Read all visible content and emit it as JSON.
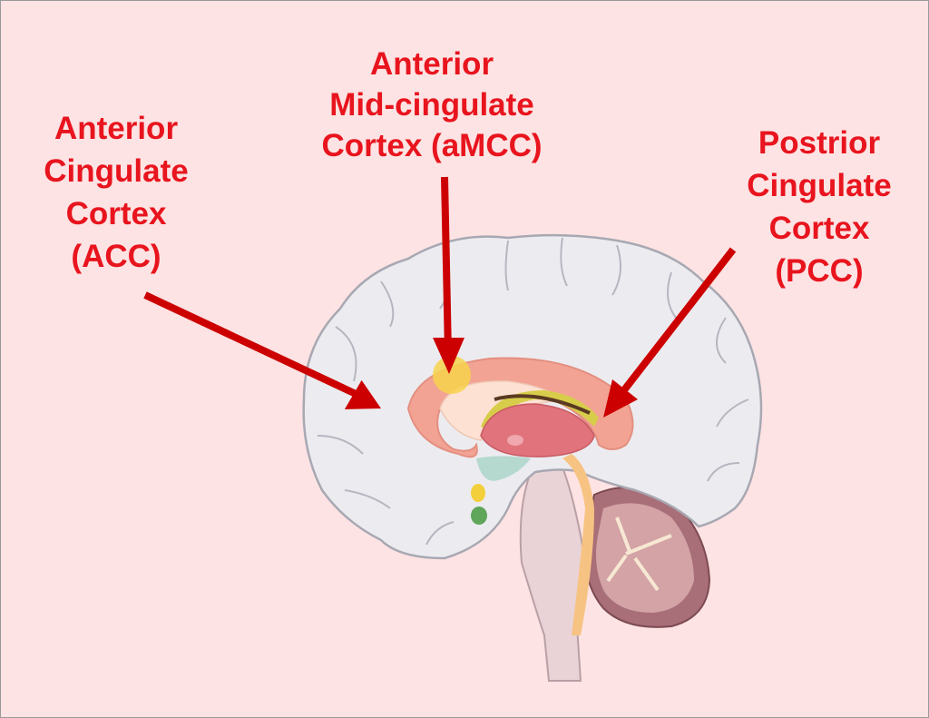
{
  "labels": {
    "acc": [
      "Anterior",
      "Cingulate",
      "Cortex",
      "(ACC)"
    ],
    "amcc": [
      "Anterior",
      "Mid-cingulate",
      "Cortex (aMCC)"
    ],
    "pcc": [
      "Postrior",
      "Cingulate",
      "Cortex",
      "(PCC)"
    ]
  },
  "colors": {
    "background": "#fde3e3",
    "label": "#e8141e",
    "arrow": "#cc0000",
    "cingulate": "#f2a393"
  }
}
